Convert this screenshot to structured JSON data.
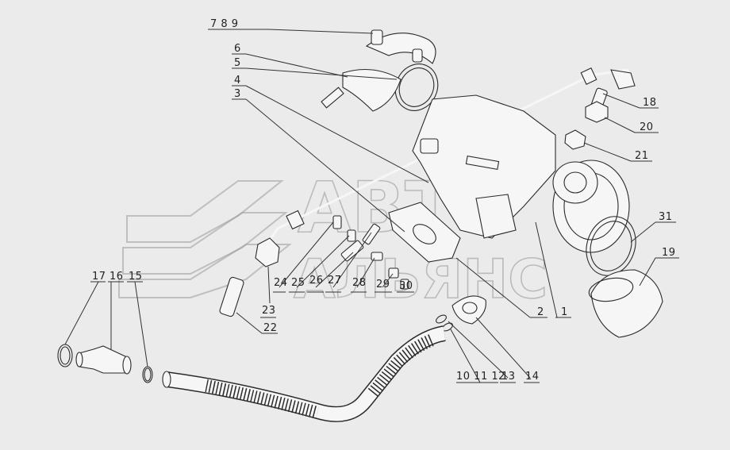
{
  "watermark": {
    "line1": "АВТО",
    "line2": "АЛЬЯНС"
  },
  "labels": [
    {
      "id": "7-8-9",
      "text": "7 8 9"
    },
    {
      "id": "6",
      "text": "6"
    },
    {
      "id": "5",
      "text": "5"
    },
    {
      "id": "4",
      "text": "4"
    },
    {
      "id": "3",
      "text": "3"
    },
    {
      "id": "18",
      "text": "18"
    },
    {
      "id": "20",
      "text": "20"
    },
    {
      "id": "21",
      "text": "21"
    },
    {
      "id": "31",
      "text": "31"
    },
    {
      "id": "19",
      "text": "19"
    },
    {
      "id": "17",
      "text": "17"
    },
    {
      "id": "16",
      "text": "16"
    },
    {
      "id": "15",
      "text": "15"
    },
    {
      "id": "24",
      "text": "24"
    },
    {
      "id": "25",
      "text": "25"
    },
    {
      "id": "26",
      "text": "26"
    },
    {
      "id": "27",
      "text": "27"
    },
    {
      "id": "28",
      "text": "28"
    },
    {
      "id": "29",
      "text": "29"
    },
    {
      "id": "30",
      "text": "30"
    },
    {
      "id": "23",
      "text": "23"
    },
    {
      "id": "22",
      "text": "22"
    },
    {
      "id": "2",
      "text": "2"
    },
    {
      "id": "1",
      "text": "1"
    },
    {
      "id": "10-11-12",
      "text": "10 11 12"
    },
    {
      "id": "13",
      "text": "13"
    },
    {
      "id": "14",
      "text": "14"
    }
  ]
}
